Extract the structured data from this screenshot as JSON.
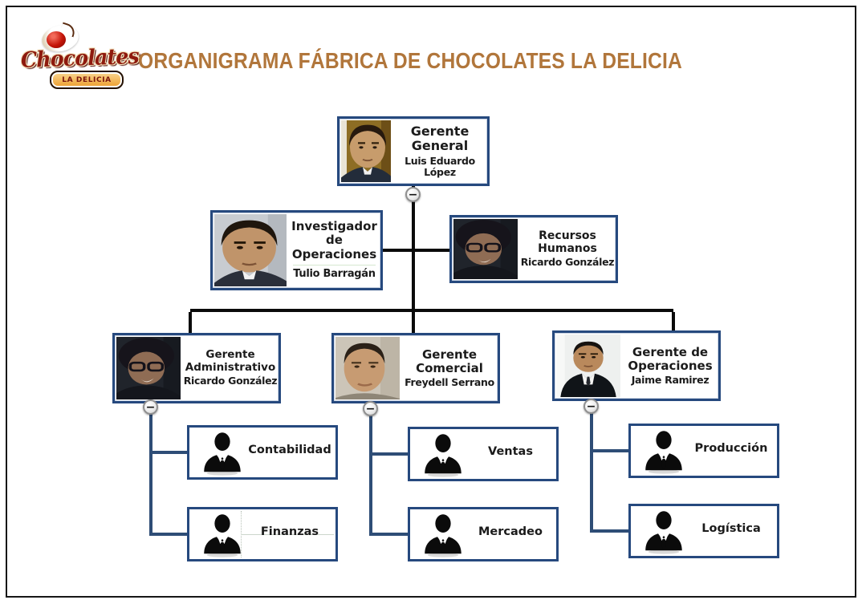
{
  "header": {
    "title": "ORGANIGRAMA FÁBRICA DE CHOCOLATES LA DELICIA",
    "logo": {
      "brand": "Chocolates",
      "badge": "LA DELICIA"
    }
  },
  "icons": {
    "collapse": "−"
  },
  "colors": {
    "title_text": "#b1763b",
    "box_border": "#26497e",
    "connector_black": "#0a0a0a",
    "connector_navy": "#2e4d76",
    "logo_red": "#8e1a0e",
    "badge_gold": "#ec9c2c"
  },
  "org": {
    "gerente_general": {
      "title": "Gerente General",
      "name": "Luis Eduardo López"
    },
    "investigador": {
      "title": "Investigador de Operaciones",
      "name": "Tulio Barragán"
    },
    "recursos_humanos": {
      "title": "Recursos Humanos",
      "name": "Ricardo González"
    },
    "gerente_administrativo": {
      "title": "Gerente Administrativo",
      "name": "Ricardo González"
    },
    "gerente_comercial": {
      "title": "Gerente Comercial",
      "name": "Freydell Serrano"
    },
    "gerente_operaciones": {
      "title": "Gerente de Operaciones",
      "name": "Jaime Ramirez"
    },
    "departments": {
      "administrativo": [
        {
          "label": "Contabilidad"
        },
        {
          "label": "Finanzas"
        }
      ],
      "comercial": [
        {
          "label": "Ventas"
        },
        {
          "label": "Mercadeo"
        }
      ],
      "operaciones": [
        {
          "label": "Producción"
        },
        {
          "label": "Logística"
        }
      ]
    }
  }
}
